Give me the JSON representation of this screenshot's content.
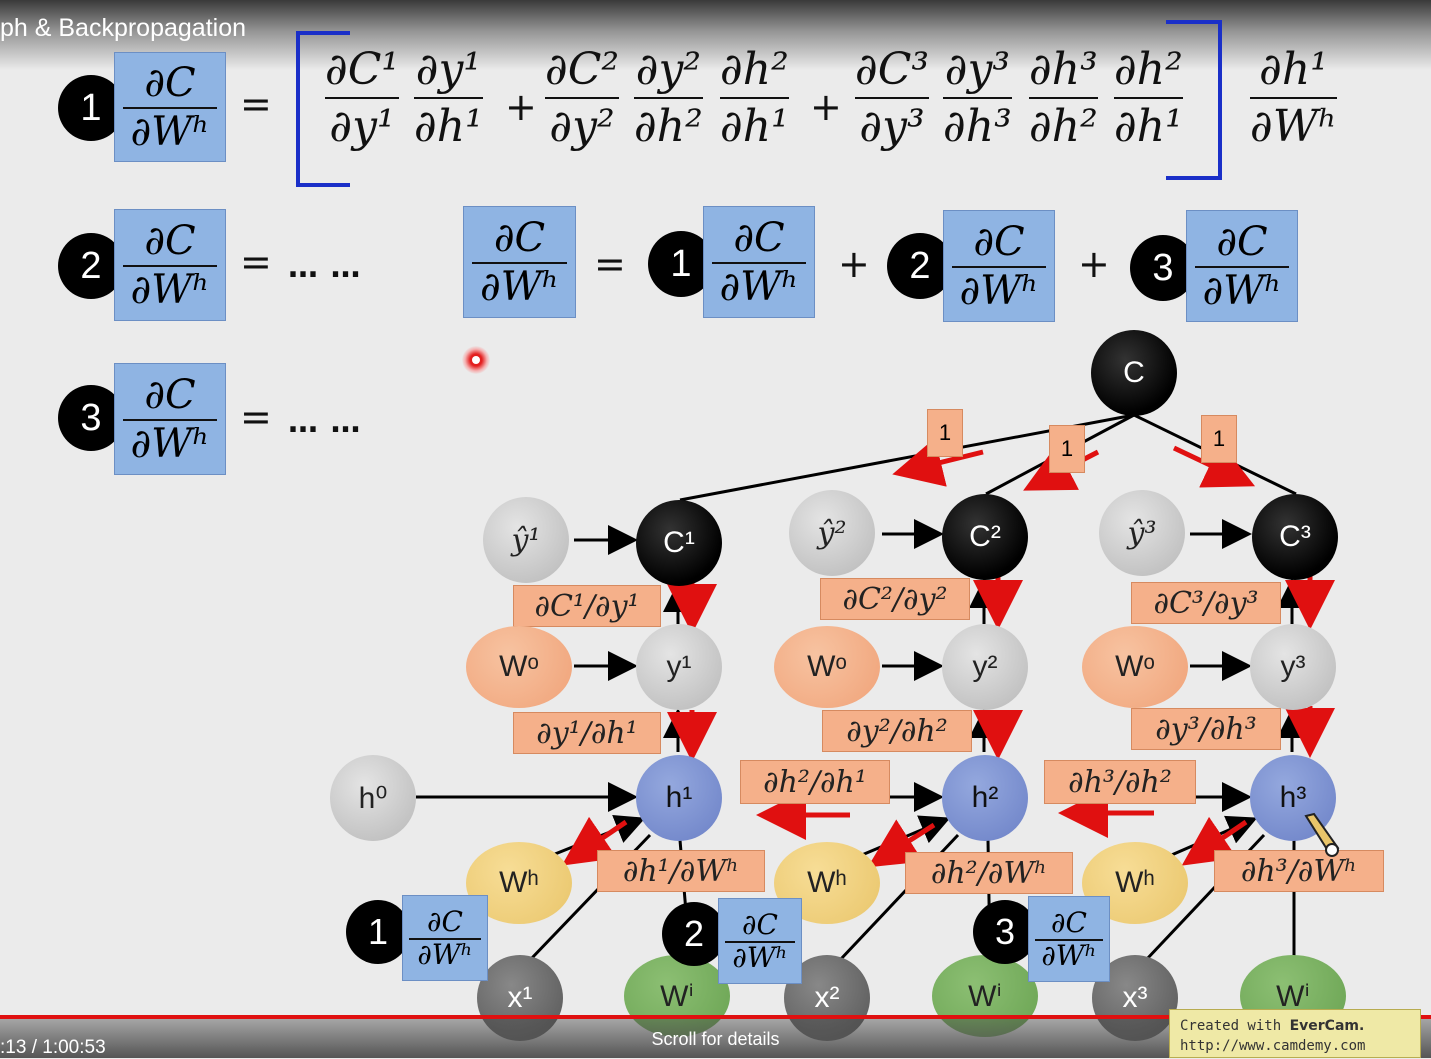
{
  "video": {
    "title": "ph & Backpropagation",
    "time": ":13 / 1:00:53",
    "scroll_hint": "Scroll for details",
    "progress": 1.0
  },
  "dcdw": {
    "num": "∂C",
    "den": "∂Wʰ"
  },
  "equation": {
    "eq": "=",
    "plus": "+",
    "terms": [
      [
        {
          "n": "∂C¹",
          "d": "∂y¹"
        },
        {
          "n": "∂y¹",
          "d": "∂h¹"
        }
      ],
      [
        {
          "n": "∂C²",
          "d": "∂y²"
        },
        {
          "n": "∂y²",
          "d": "∂h²"
        },
        {
          "n": "∂h²",
          "d": "∂h¹"
        }
      ],
      [
        {
          "n": "∂C³",
          "d": "∂y³"
        },
        {
          "n": "∂y³",
          "d": "∂h³"
        },
        {
          "n": "∂h³",
          "d": "∂h²"
        },
        {
          "n": "∂h²",
          "d": "∂h¹"
        }
      ]
    ],
    "tail": {
      "n": "∂h¹",
      "d": "∂Wʰ"
    }
  },
  "rows": [
    {
      "num": "1",
      "rhs": ""
    },
    {
      "num": "2",
      "rhs": "…  …"
    },
    {
      "num": "3",
      "rhs": "…  …"
    }
  ],
  "sum": {
    "eq": "=",
    "plus": "+",
    "terms": [
      "1",
      "2",
      "3"
    ]
  },
  "graph": {
    "cost": "C",
    "ones": [
      "1",
      "1",
      "1"
    ],
    "columns": [
      {
        "yhat": "ŷ¹",
        "c": "C¹",
        "y": "y¹",
        "h": "h¹",
        "wo": "Wᵒ",
        "wh": "Wʰ",
        "wi": "Wⁱ",
        "x": "x¹",
        "dcdy": "∂C¹/∂y¹",
        "dydh": "∂y¹/∂h¹",
        "dhdw": "∂h¹/∂Wʰ",
        "badge": "1"
      },
      {
        "yhat": "ŷ²",
        "c": "C²",
        "y": "y²",
        "h": "h²",
        "wo": "Wᵒ",
        "wh": "Wʰ",
        "wi": "Wⁱ",
        "x": "x²",
        "dcdy": "∂C²/∂y²",
        "dydh": "∂y²/∂h²",
        "dhdw": "∂h²/∂Wʰ",
        "badge": "2"
      },
      {
        "yhat": "ŷ³",
        "c": "C³",
        "y": "y³",
        "h": "h³",
        "wo": "Wᵒ",
        "wh": "Wʰ",
        "wi": "Wⁱ",
        "x": "x³",
        "dcdy": "∂C³/∂y³",
        "dydh": "∂y³/∂h³",
        "dhdw": "∂h³/∂Wʰ",
        "badge": "3"
      }
    ],
    "h0": "h⁰",
    "dh21": "∂h²/∂h¹",
    "dh32": "∂h³/∂h²"
  },
  "watermark": {
    "line1_pre": "Created with ",
    "line1_brand": "EverCam.",
    "line2": "http://www.camdemy.com"
  },
  "colors": {
    "bracket": "#1a2fc8",
    "arrow_red": "#e01010",
    "box_blue": "#8fb4e3",
    "label_orange": "#f5b08a"
  }
}
